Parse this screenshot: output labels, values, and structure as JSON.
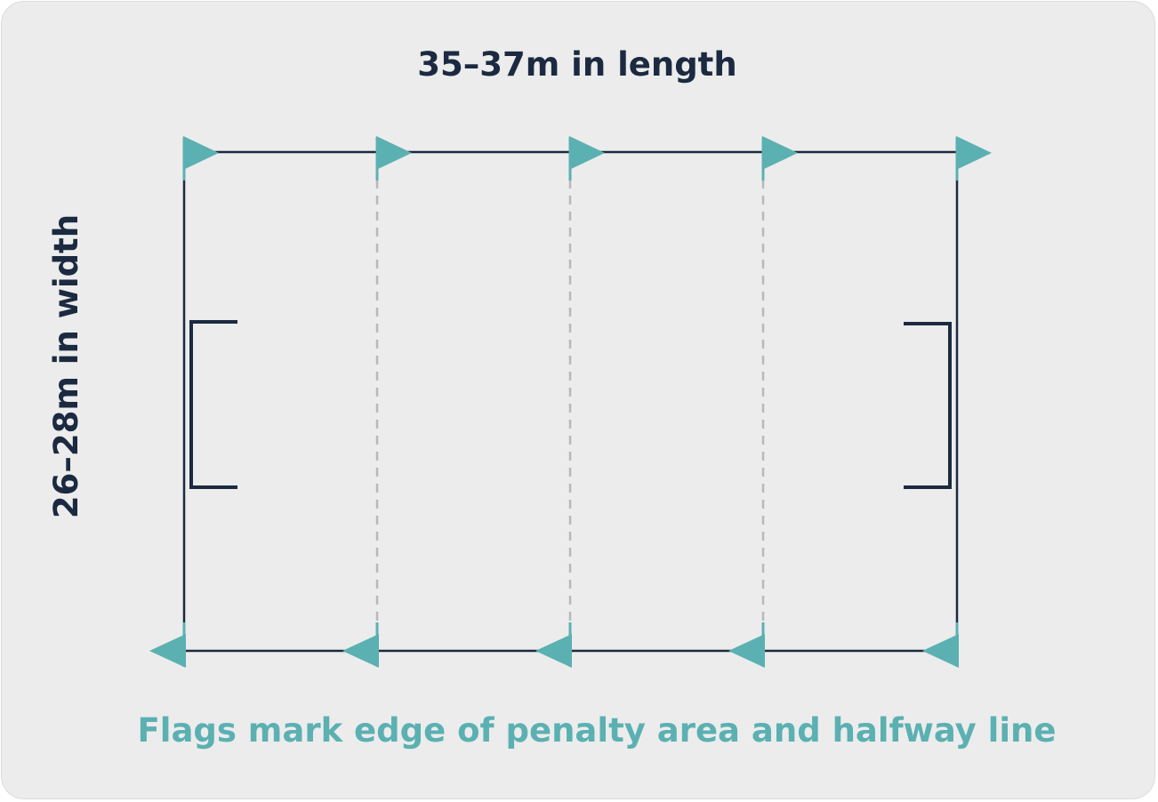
{
  "labels": {
    "length": "35–37m in length",
    "width": "26–28m in width",
    "caption": "Flags mark edge of penalty area and halfway line"
  },
  "colors": {
    "background": "#ececec",
    "line_dark": "#1b2a40",
    "flag_teal": "#5bb0b2",
    "dashed_gray": "#b8b8b8"
  },
  "icons": {
    "flag": "flag-icon",
    "goal": "goal-bracket-icon"
  }
}
